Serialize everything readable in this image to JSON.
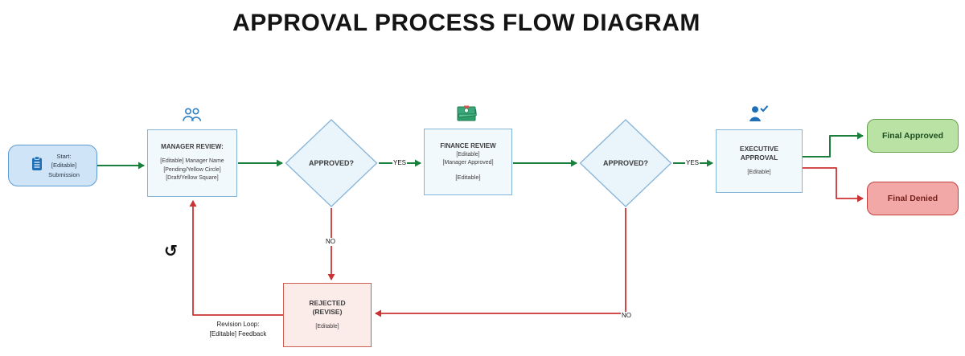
{
  "title": "APPROVAL PROCESS FLOW DIAGRAM",
  "nodes": {
    "start": {
      "lines": [
        "Start:",
        "[Editable]",
        "Submission"
      ]
    },
    "manager": {
      "title": "MANAGER REVIEW:",
      "lines": [
        "[Editable] Manager Name",
        "[Pending/Yellow Circle]",
        "[Draft/Yellow Square]"
      ]
    },
    "decision1": {
      "label": "APPROVED?"
    },
    "finance": {
      "title": "FINANCE REVIEW",
      "lines": [
        "[Editable]",
        "[Manager Approved]",
        "[Editable]"
      ]
    },
    "decision2": {
      "label": "APPROVED?"
    },
    "executive": {
      "title": "EXECUTIVE APPROVAL",
      "lines": [
        "[Editable]"
      ]
    },
    "final_approved": {
      "label": "Final Approved"
    },
    "final_denied": {
      "label": "Final Denied"
    },
    "rejected": {
      "title": "REJECTED",
      "subtitle": "(REVISE)",
      "lines": [
        "[Editable]"
      ]
    }
  },
  "edge_labels": {
    "yes1": "YES",
    "yes2": "YES",
    "no1": "NO",
    "no2": "NO"
  },
  "annotations": {
    "revision_line1": "Revision Loop:",
    "revision_line2": "[Editable] Feedback",
    "loop_glyph": "↺"
  },
  "icons": {
    "start": "clipboard-icon",
    "manager": "people-icon",
    "finance": "money-icon",
    "executive": "person-check-icon",
    "loop": "loop-arrow-icon"
  },
  "colors": {
    "approve_flow": "#1a7f3c",
    "reject_flow": "#cb3333",
    "node_border": "#85b4d9",
    "node_fill": "#f2f9fd",
    "approved_fill": "#b9e2a4",
    "denied_fill": "#f3a8a8"
  }
}
